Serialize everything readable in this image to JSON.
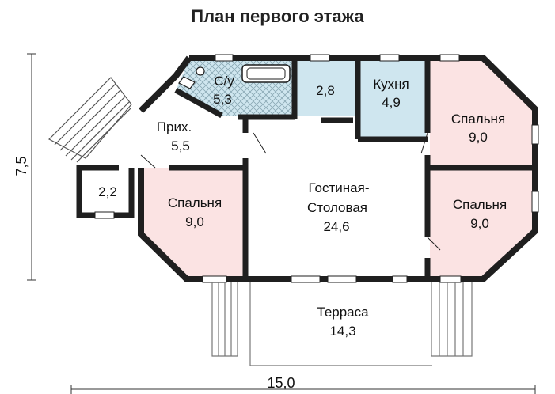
{
  "title": "План первого этажа",
  "dimensions": {
    "width": "15,0",
    "height": "7,5"
  },
  "rooms": {
    "su": {
      "name": "С/у",
      "area": "5,3"
    },
    "bath_small": {
      "area": "2,8"
    },
    "kitchen": {
      "name": "Кухня",
      "area": "4,9"
    },
    "bedroom_ne": {
      "name": "Спальня",
      "area": "9,0"
    },
    "hall": {
      "name": "Прих.",
      "area": "5,5"
    },
    "vestibule": {
      "area": "2,2"
    },
    "bedroom_w": {
      "name": "Спальня",
      "area": "9,0"
    },
    "living": {
      "name_line1": "Гостиная-",
      "name_line2": "Столовая",
      "area": "24,6"
    },
    "bedroom_se": {
      "name": "Спальня",
      "area": "9,0"
    },
    "terrace": {
      "name": "Терраса",
      "area": "14,3"
    }
  },
  "colors": {
    "wall": "#1f1f1f",
    "bedroom_fill": "#fbe3e3",
    "wet_fill": "#cfe6ef",
    "terrace_line": "#777777",
    "dim_line": "#333333"
  }
}
